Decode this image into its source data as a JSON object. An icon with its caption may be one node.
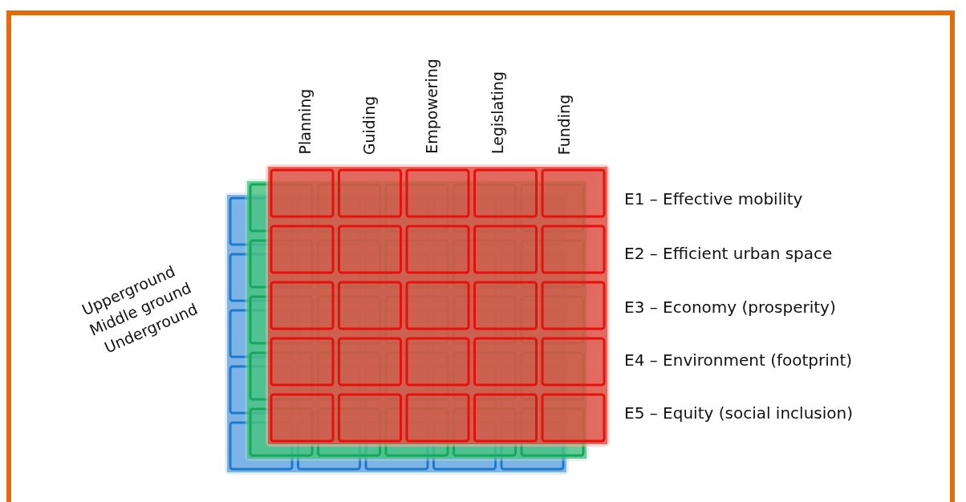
{
  "diagram": {
    "labels": [
      "Planning",
      "Guiding",
      "Empowering",
      "Legislating",
      "Funding",
      "E1 – Effective mobility",
      "Upperground",
      "Middle ground",
      "E2 – Efficient urban space",
      "Underground",
      "E3 – Economy (prosperity)",
      "E4 – Environment (footprint)",
      "E5 – Equity (social inclusion)"
    ]
  }
}
